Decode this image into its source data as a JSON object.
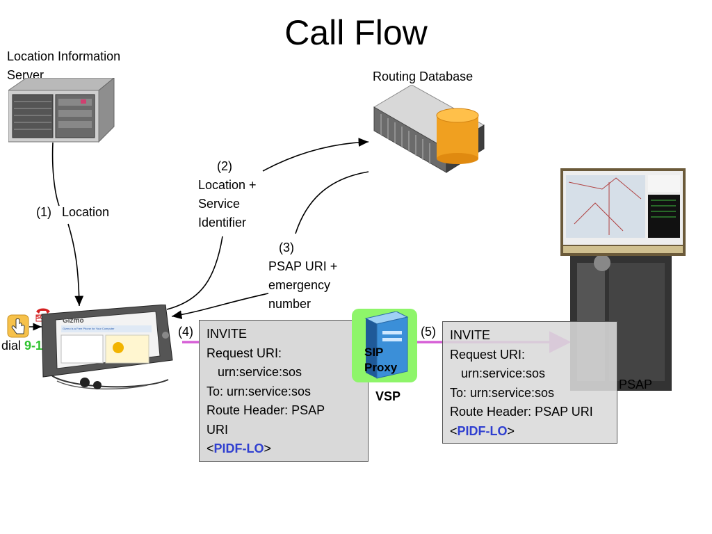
{
  "title": "Call Flow",
  "lis": {
    "label_line1": "Location Information",
    "label_line2": "Server"
  },
  "routing_db": {
    "label": "Routing Database"
  },
  "steps": {
    "s1_num": "(1)",
    "s1_text": "Location",
    "s2_num": "(2)",
    "s2_l1": "Location +",
    "s2_l2": "Service",
    "s2_l3": "Identifier",
    "s3_num": "(3)",
    "s3_l1": "PSAP URI +",
    "s3_l2": "emergency",
    "s3_l3": "number",
    "s4_num": "(4)",
    "s5_num": "(5)"
  },
  "dial": {
    "prefix": "dial",
    "number": "9-1-1",
    "sos": "SOS"
  },
  "device": {
    "brand": "Gizmo",
    "screen_headline": "Gizmo is a Free Phone for Your Computer"
  },
  "invite_left": {
    "method": "INVITE",
    "request_uri": "Request URI:",
    "urn": "urn:service:sos",
    "to": "To: urn:service:sos",
    "route_l1": "Route Header: PSAP",
    "route_l2": "URI",
    "lt": "<",
    "pidf": "PIDF-LO",
    "gt": ">"
  },
  "invite_right": {
    "method": "INVITE",
    "request_uri": "Request URI:",
    "urn": "urn:service:sos",
    "to": "To: urn:service:sos",
    "route": "Route Header: PSAP URI",
    "lt": "<",
    "pidf": "PIDF-LO",
    "gt": ">"
  },
  "sip_proxy": {
    "line1": "SIP",
    "line2": "Proxy",
    "caption": "VSP"
  },
  "psap": {
    "label": "PSAP"
  },
  "colors": {
    "arrow": "#d65fd6",
    "link_blue": "#2f3fd0",
    "dial_green": "#2ec22e",
    "proxy_glow": "#8ef56a",
    "db_orange": "#f0a020"
  }
}
